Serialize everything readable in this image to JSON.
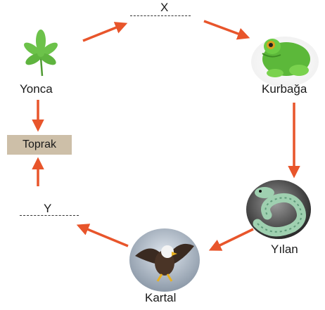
{
  "diagram": {
    "nodes": {
      "x_label": "X",
      "frog_label": "Kurbağa",
      "snake_label": "Yılan",
      "eagle_label": "Kartal",
      "y_label": "Y",
      "soil_label": "Toprak",
      "clover_label": "Yonca"
    },
    "colors": {
      "arrow": "#e8552b",
      "soil_box": "#cdbfa8",
      "leaf": "#6cc24a"
    }
  }
}
